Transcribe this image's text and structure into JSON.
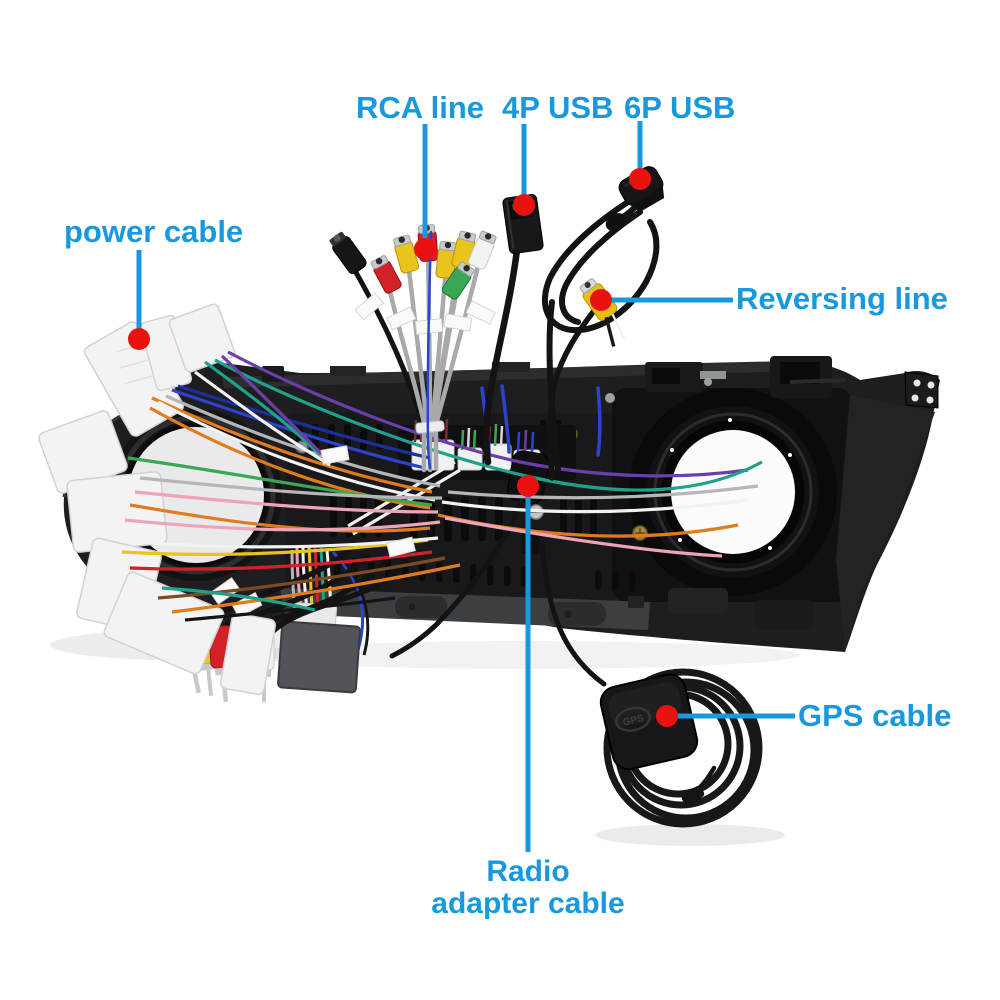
{
  "title": "Car head unit wiring harness installation diagram",
  "style": {
    "background": "#ffffff",
    "label_color": "#1899de",
    "callout_line_color": "#1899de",
    "callout_dot_color": "#ea1111"
  },
  "callouts": {
    "rca_line": {
      "label": "RCA line"
    },
    "usb_4p": {
      "label": "4P USB"
    },
    "usb_6p": {
      "label": "6P USB"
    },
    "power_cable": {
      "label": "power cable"
    },
    "reversing_line": {
      "label": "Reversing line"
    },
    "gps_cable": {
      "label": "GPS cable"
    },
    "radio_adapter_cable": {
      "label": "Radio adapter cable",
      "line1": "Radio",
      "line2": "adapter cable"
    }
  },
  "scene": {
    "gps_antenna_badge": "GPS",
    "components": [
      "radio mounting frame with round speaker openings",
      "power cable harness with white connectors and multicolor wires",
      "RCA breakout loom (black barrel, red, yellow, white, green jacks)",
      "4P USB cable",
      "6P USB looped cable",
      "reversing camera yellow RCA lead",
      "radio adapter box with multicolor wires",
      "AV male RCA plugs (yellow, yellow, red, white)",
      "GPS antenna puck with coiled cable"
    ],
    "wire_colors": [
      "#e07c1e",
      "#f2f2f2",
      "#a9a9ad",
      "#eca4b6",
      "#6a3fa8",
      "#1ea28a",
      "#3aa755",
      "#2b43cf",
      "#e9c41c",
      "#d22128",
      "#7c4b22",
      "#141414"
    ]
  }
}
